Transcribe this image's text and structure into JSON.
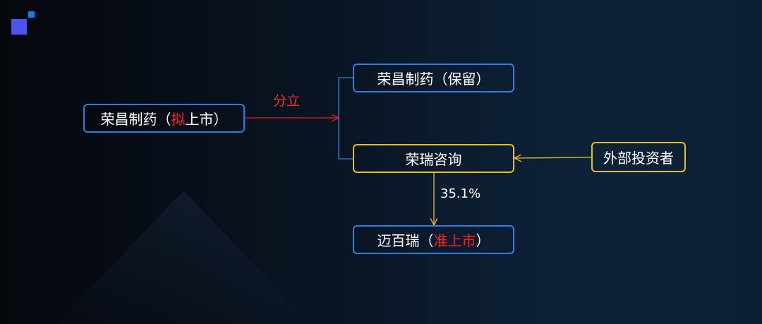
{
  "nodes": {
    "parent": {
      "pre": "荣昌制药（",
      "red": "拟",
      "post": "上市）"
    },
    "retained": {
      "text": "荣昌制药（保留）"
    },
    "consulting": {
      "text": "荣瑞咨询"
    },
    "investors": {
      "text": "外部投资者"
    },
    "subsidiary": {
      "pre": "迈百瑞（",
      "red": "准上市",
      "post": "）"
    }
  },
  "edges": {
    "split_label": "分立",
    "stake_label": "35.1%"
  },
  "colors": {
    "blue_border": "#2f7ee8",
    "gold_border": "#e8c020",
    "highlight_red": "#ff2020"
  }
}
